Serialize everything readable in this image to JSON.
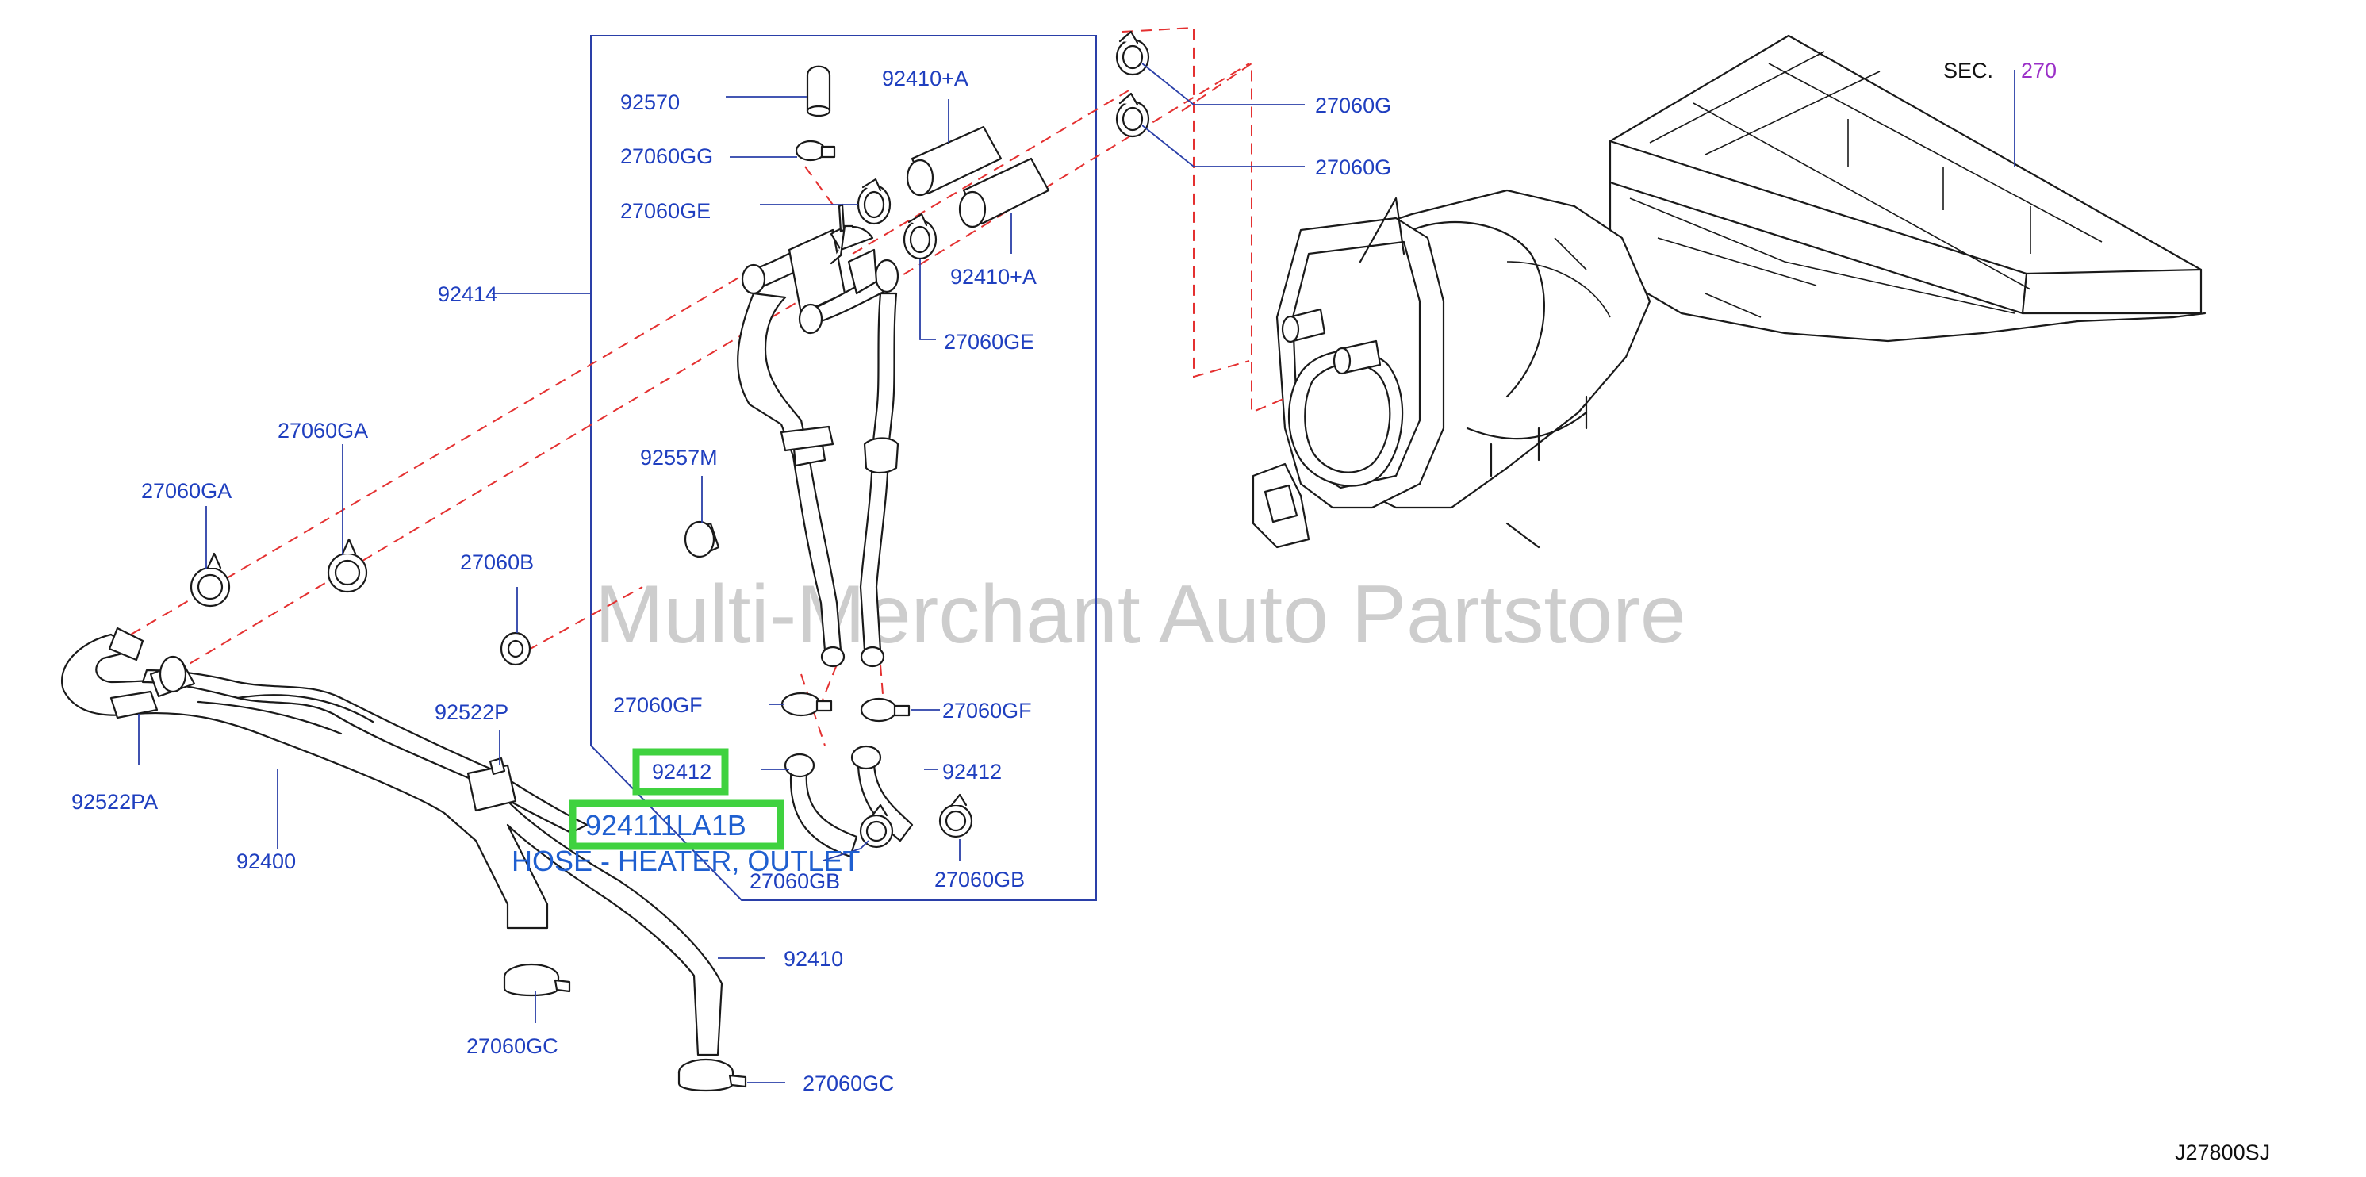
{
  "watermark": "Multi-Merchant Auto Partstore",
  "diagram_code": "J27800SJ",
  "section_ref": {
    "prefix": "SEC.",
    "number": "270"
  },
  "highlight": {
    "part_number": "924111LA1B",
    "description": "HOSE - HEATER, OUTLET"
  },
  "colors": {
    "label": "#1f3fbf",
    "highlight": "#3fd23f",
    "dashed": "#e43030",
    "section": "#9b30c8"
  },
  "callouts": [
    {
      "id": "92570",
      "text": "92570"
    },
    {
      "id": "92410a_top",
      "text": "92410+A"
    },
    {
      "id": "27060gg",
      "text": "27060GG"
    },
    {
      "id": "27060ge_left",
      "text": "27060GE"
    },
    {
      "id": "92410a_bottom",
      "text": "92410+A"
    },
    {
      "id": "27060ge_right",
      "text": "27060GE"
    },
    {
      "id": "92414",
      "text": "92414"
    },
    {
      "id": "27060g_top",
      "text": "27060G"
    },
    {
      "id": "27060g_bottom",
      "text": "27060G"
    },
    {
      "id": "27060ga_right",
      "text": "27060GA"
    },
    {
      "id": "27060ga_left",
      "text": "27060GA"
    },
    {
      "id": "92557m",
      "text": "92557M"
    },
    {
      "id": "27060b",
      "text": "27060B"
    },
    {
      "id": "27060gf_left",
      "text": "27060GF"
    },
    {
      "id": "27060gf_right",
      "text": "27060GF"
    },
    {
      "id": "92412_left",
      "text": "92412"
    },
    {
      "id": "92412_right",
      "text": "92412"
    },
    {
      "id": "92522p",
      "text": "92522P"
    },
    {
      "id": "92522pa",
      "text": "92522PA"
    },
    {
      "id": "92400",
      "text": "92400"
    },
    {
      "id": "27060gb_left",
      "text": "27060GB"
    },
    {
      "id": "27060gb_right",
      "text": "27060GB"
    },
    {
      "id": "92410",
      "text": "92410"
    },
    {
      "id": "27060gc_left",
      "text": "27060GC"
    },
    {
      "id": "27060gc_bottom",
      "text": "27060GC"
    }
  ]
}
